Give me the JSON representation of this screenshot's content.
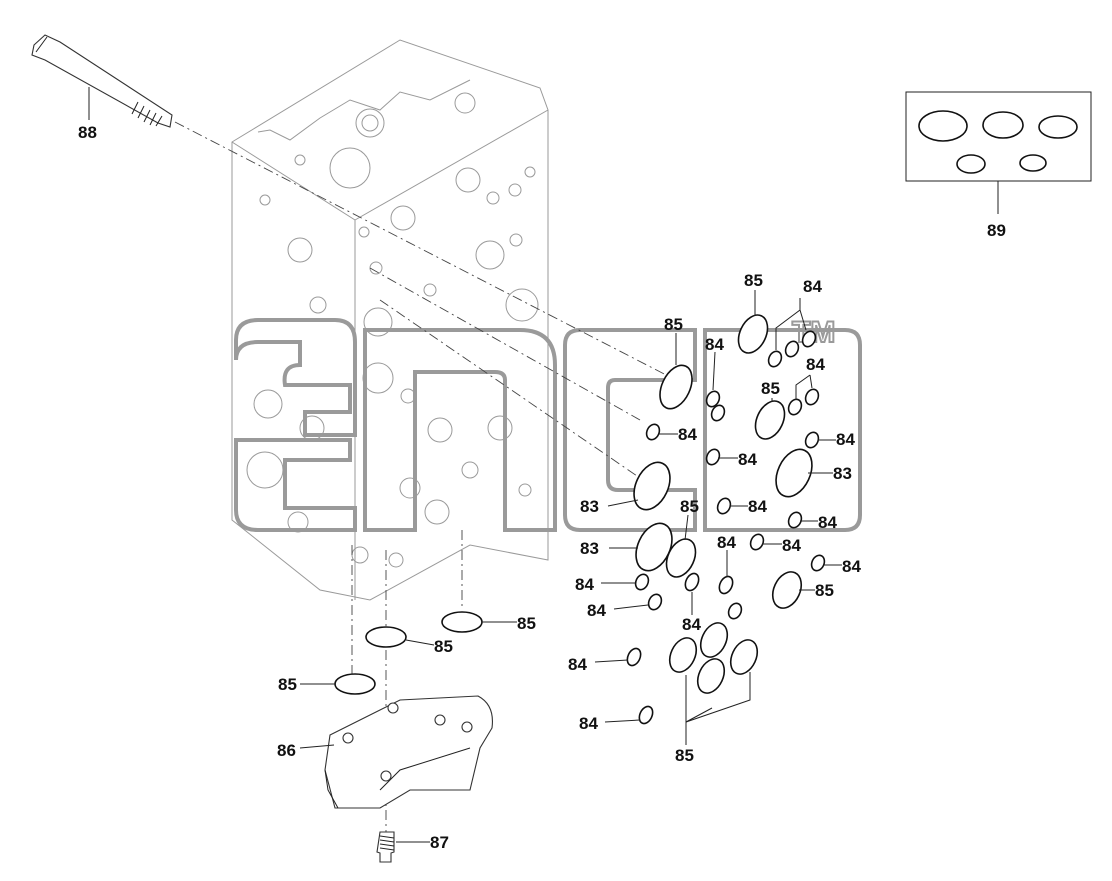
{
  "callouts": {
    "c83": "83",
    "c84": "84",
    "c85": "85",
    "c86": "86",
    "c87": "87",
    "c88": "88",
    "c89": "89"
  },
  "watermark": {
    "mark": "TM"
  }
}
